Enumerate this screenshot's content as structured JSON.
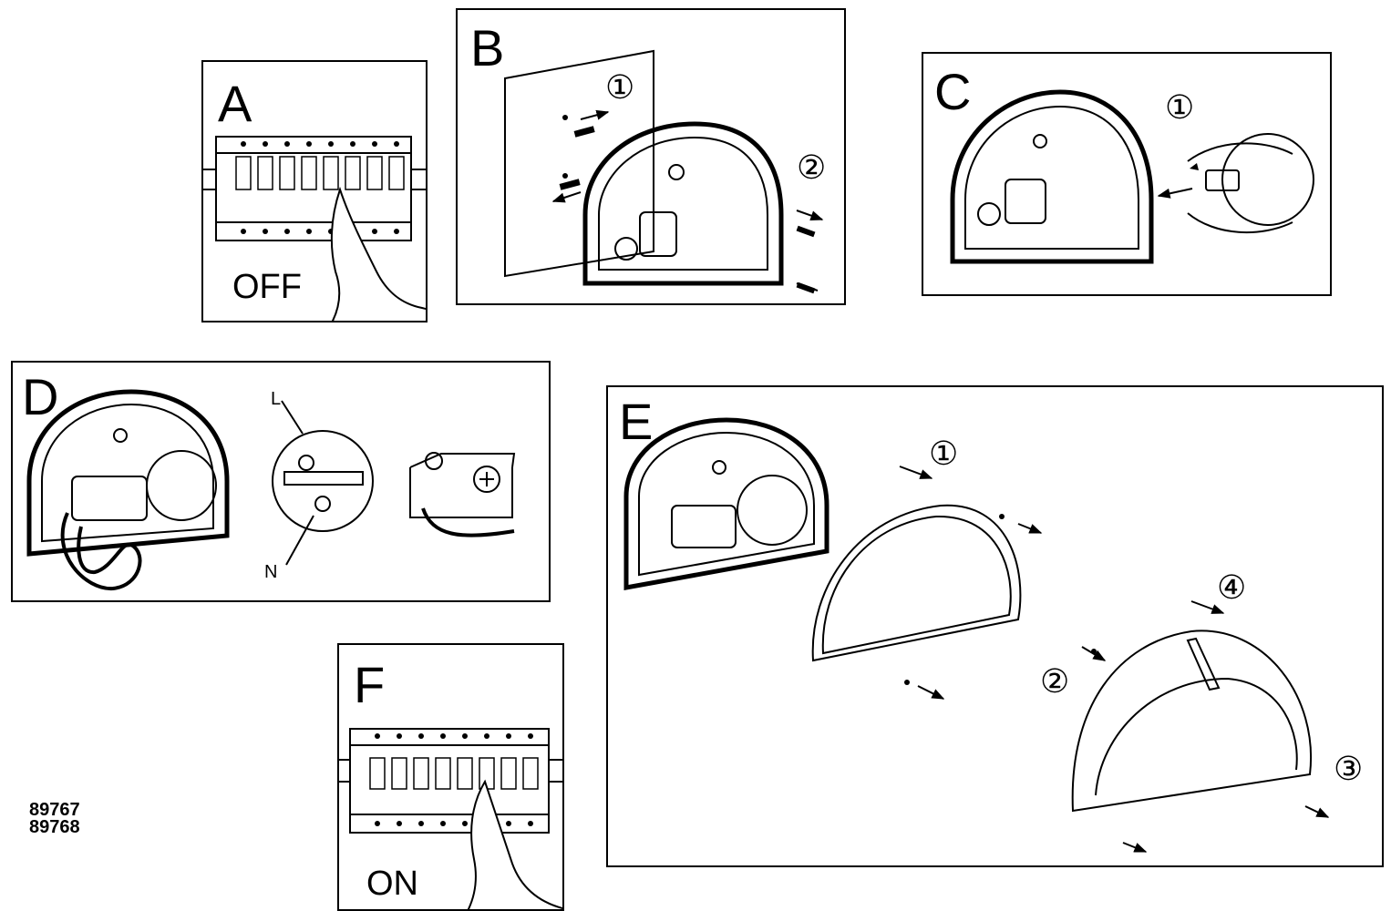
{
  "panels": {
    "a": {
      "letter": "A",
      "state": "OFF"
    },
    "b": {
      "letter": "B",
      "steps": [
        "①",
        "②"
      ]
    },
    "c": {
      "letter": "C",
      "steps": [
        "①"
      ]
    },
    "d": {
      "letter": "D",
      "live": "L",
      "neutral": "N"
    },
    "e": {
      "letter": "E",
      "steps": [
        "①",
        "②",
        "③",
        "④"
      ]
    },
    "f": {
      "letter": "F",
      "state": "ON"
    }
  },
  "model_numbers": [
    "89767",
    "89768"
  ]
}
